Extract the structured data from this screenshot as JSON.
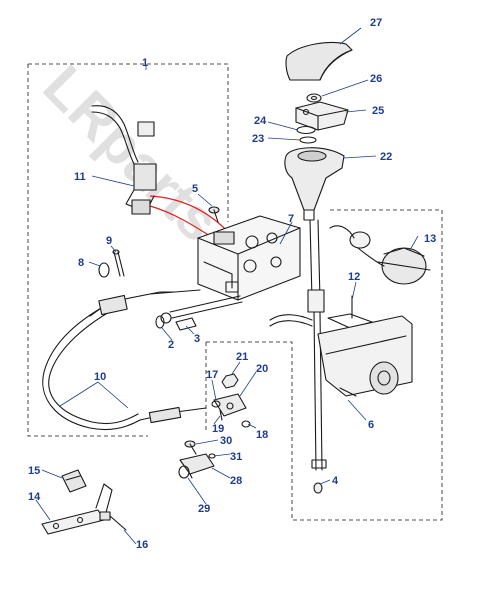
{
  "diagram": {
    "watermark": "LRparts.ru",
    "colors": {
      "line": "#1a1a1a",
      "callout": "#1f3c8c",
      "leader": "#1f3c8c",
      "arrow": "#e02020",
      "watermark": "#d6d6d6"
    },
    "callouts": [
      {
        "id": "c1",
        "text": "1"
      },
      {
        "id": "c2",
        "text": "2"
      },
      {
        "id": "c3",
        "text": "3"
      },
      {
        "id": "c4",
        "text": "4"
      },
      {
        "id": "c5",
        "text": "5"
      },
      {
        "id": "c6",
        "text": "6"
      },
      {
        "id": "c7",
        "text": "7"
      },
      {
        "id": "c8",
        "text": "8"
      },
      {
        "id": "c9",
        "text": "9"
      },
      {
        "id": "c10",
        "text": "10"
      },
      {
        "id": "c11",
        "text": "11"
      },
      {
        "id": "c12",
        "text": "12"
      },
      {
        "id": "c13",
        "text": "13"
      },
      {
        "id": "c14",
        "text": "14"
      },
      {
        "id": "c15",
        "text": "15"
      },
      {
        "id": "c16",
        "text": "16"
      },
      {
        "id": "c17",
        "text": "17"
      },
      {
        "id": "c18",
        "text": "18"
      },
      {
        "id": "c19",
        "text": "19"
      },
      {
        "id": "c20",
        "text": "20"
      },
      {
        "id": "c21",
        "text": "21"
      },
      {
        "id": "c22",
        "text": "22"
      },
      {
        "id": "c23",
        "text": "23"
      },
      {
        "id": "c24",
        "text": "24"
      },
      {
        "id": "c25",
        "text": "25"
      },
      {
        "id": "c26",
        "text": "26"
      },
      {
        "id": "c27",
        "text": "27"
      },
      {
        "id": "c28",
        "text": "28"
      },
      {
        "id": "c29",
        "text": "29"
      },
      {
        "id": "c30",
        "text": "30"
      },
      {
        "id": "c31",
        "text": "31"
      }
    ]
  }
}
